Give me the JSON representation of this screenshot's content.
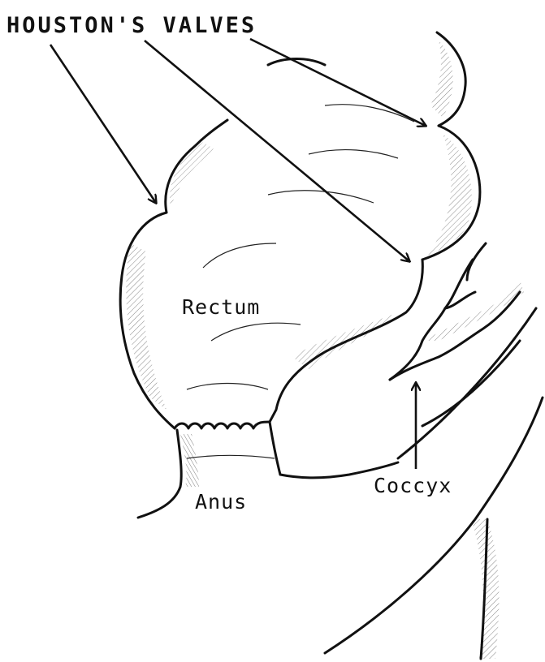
{
  "labels": {
    "title": "HOUSTON'S VALVES",
    "rectum": "Rectum",
    "anus": "Anus",
    "coccyx": "Coccyx"
  },
  "colors": {
    "ink": "#111111",
    "background": "#ffffff"
  }
}
